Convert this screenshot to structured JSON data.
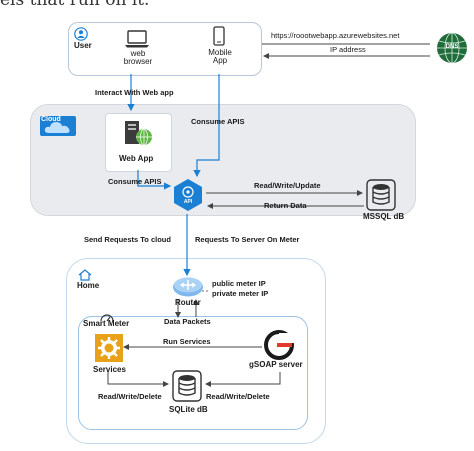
{
  "top_caption": "els that run on it.",
  "user": {
    "label": "User"
  },
  "web_browser": {
    "label_line1": "web",
    "label_line2": "browser"
  },
  "mobile_app": {
    "label_line1": "Mobile",
    "label_line2": "App"
  },
  "url": "https://roootwebapp.azurewebsites.net",
  "ip_address": "IP address",
  "dns": {
    "label": "DNS"
  },
  "interact": "Interact With Web app",
  "cloud": {
    "label": "Cloud"
  },
  "consume_apis_right": "Consume APIS",
  "web_app": {
    "label": "Web App"
  },
  "consume_apis_left": "Consume APIS",
  "api": {
    "label": "API"
  },
  "read_write_update": "Read/Write/Update",
  "return_data": "Return Data",
  "mssql": {
    "label": "MSSQL dB"
  },
  "send_requests": "Send Requests To cloud",
  "requests_to_server": "Requests To Server On Meter",
  "home": {
    "label": "Home"
  },
  "router": {
    "label": "Router"
  },
  "public_ip": "public meter IP",
  "private_ip": "private meter IP",
  "smart_meter": {
    "label": "Smart Meter"
  },
  "data_packets": "Data Packets",
  "run_services": "Run Services",
  "services": {
    "label": "Services"
  },
  "gsoap": {
    "label": "gSOAP server"
  },
  "rwd_left": "Read/Write/Delete",
  "rwd_right": "Read/Write/Delete",
  "sqlite": {
    "label": "SQLite dB"
  },
  "colors": {
    "accent_blue": "#1b7fd4",
    "dns_green": "#1f6b3a",
    "cloud_bg": "#e9ebee",
    "box_border": "#b9c7d8",
    "gear_orange": "#e8a21a",
    "gsoap_red": "#e23b2e"
  }
}
